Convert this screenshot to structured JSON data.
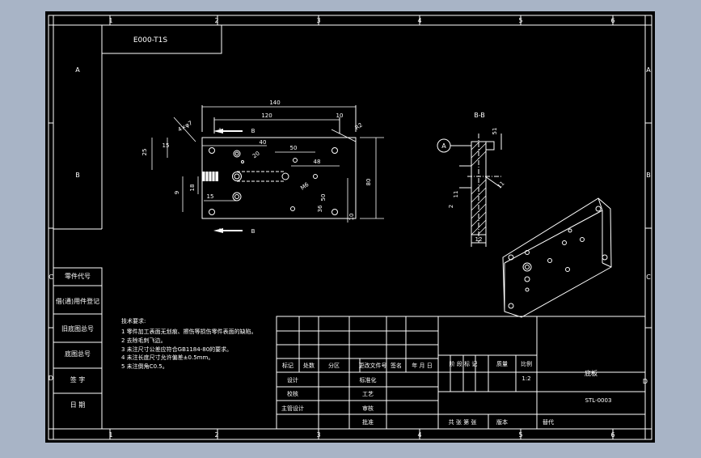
{
  "frame": {
    "cols_top": [
      "1",
      "2",
      "3",
      "4",
      "5",
      "6"
    ],
    "cols_bottom": [
      "1",
      "2",
      "3",
      "4",
      "5",
      "6"
    ],
    "rows_left": [
      "A",
      "B",
      "C",
      "D"
    ],
    "rows_right": [
      "A",
      "B",
      "C",
      "D"
    ]
  },
  "part_number_box": "E000-T1S",
  "left_strip": [
    "零件代号",
    "旧底图总号",
    "底图总号",
    "签 字",
    "日 期",
    "借(通)用件登记"
  ],
  "views": {
    "section_label": "B-B",
    "circle_label": "A",
    "cut_label": "B"
  },
  "dims": {
    "d140": "140",
    "d120": "120",
    "d10": "10",
    "d50": "50",
    "d48": "48",
    "d40": "40",
    "d15a": "15",
    "d15b": "15",
    "d20": "20",
    "d18": "18",
    "d80": "80",
    "d36": "36",
    "d10b": "10",
    "d25": "25",
    "d9": "9",
    "r2": "R2",
    "d12": "12",
    "d11": "11",
    "d51": "51",
    "d2": "2",
    "dhole": "4×φ7",
    "dthread": "M6",
    "d50b": "50"
  },
  "tech": {
    "title": "技术要求:",
    "lines": [
      "1 零件加工表面无划痕、擦伤等损伤零件表面的缺陷。",
      "2 去除毛刺飞边。",
      "3 未注尺寸公差应符合GB1184-80的要求。",
      "4 未注长度尺寸允许偏差±0.5mm。",
      "5 未注倒角C0.5。"
    ]
  },
  "title_block": {
    "rev_headers": [
      "标记",
      "处数",
      "分区",
      "更改文件号",
      "签名",
      "年 月 日"
    ],
    "roles": [
      "设计",
      "校核",
      "主管设计"
    ],
    "roles2": [
      "标准化",
      "工艺",
      "审核",
      "批准"
    ],
    "stage_headers": [
      "阶 段 标 记",
      "质量",
      "比例"
    ],
    "scale": "1:2",
    "name": "底板",
    "code": "STL-0003",
    "sheets": "共 张 第 张",
    "version": "版本",
    "replace": "替代"
  }
}
